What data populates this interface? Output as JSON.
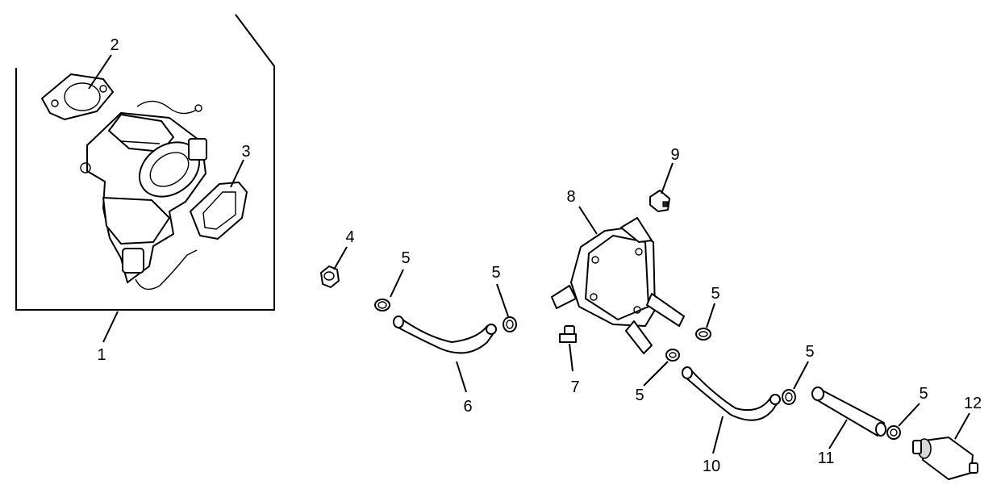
{
  "callouts": {
    "c1": "1",
    "c2": "2",
    "c3": "3",
    "c4": "4",
    "c5a": "5",
    "c5b": "5",
    "c5c": "5",
    "c5d": "5",
    "c5e": "5",
    "c5f": "5",
    "c6": "6",
    "c7": "7",
    "c8": "8",
    "c9": "9",
    "c10": "10",
    "c11": "11",
    "c12": "12"
  }
}
